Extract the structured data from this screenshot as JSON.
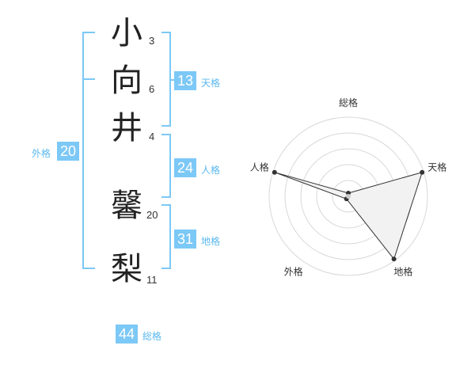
{
  "name": {
    "chars": [
      {
        "char": "小",
        "strokes": "3"
      },
      {
        "char": "向",
        "strokes": "6"
      },
      {
        "char": "井",
        "strokes": "4"
      },
      {
        "char": "馨",
        "strokes": "20"
      },
      {
        "char": "梨",
        "strokes": "11"
      }
    ]
  },
  "fortune": {
    "tenkaku": {
      "value": "13",
      "label": "天格"
    },
    "jinkaku": {
      "value": "24",
      "label": "人格"
    },
    "chikaku": {
      "value": "31",
      "label": "地格"
    },
    "gaikaku": {
      "value": "20",
      "label": "外格"
    },
    "soukaku": {
      "value": "44",
      "label": "総格"
    }
  },
  "colors": {
    "accent": "#7cc8f6",
    "accent_text": "#5bb8ef",
    "radar_fill": "#f2f2f2",
    "ring": "#d8d8d8"
  },
  "chart_data": {
    "type": "radar",
    "axes": [
      "総格",
      "天格",
      "地格",
      "外格",
      "人格"
    ],
    "values": [
      1,
      5,
      5,
      1,
      5
    ],
    "max": 5,
    "rings": 5
  }
}
